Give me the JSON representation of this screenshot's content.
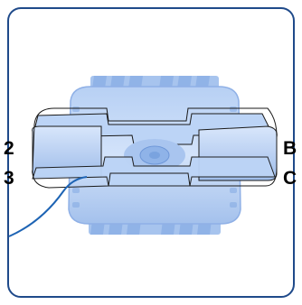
{
  "diagram": {
    "callouts": {
      "left_top": "2",
      "left_bottom": "3",
      "right_top": "B",
      "right_bottom": "C"
    },
    "colors": {
      "frame": "#1f4a8a",
      "cable": "#1e64b4",
      "body_light": "#c9dcf7",
      "body_mid": "#a7c4ee",
      "body_dark": "#7ea6e2",
      "outline": "#1a1a1a"
    }
  }
}
